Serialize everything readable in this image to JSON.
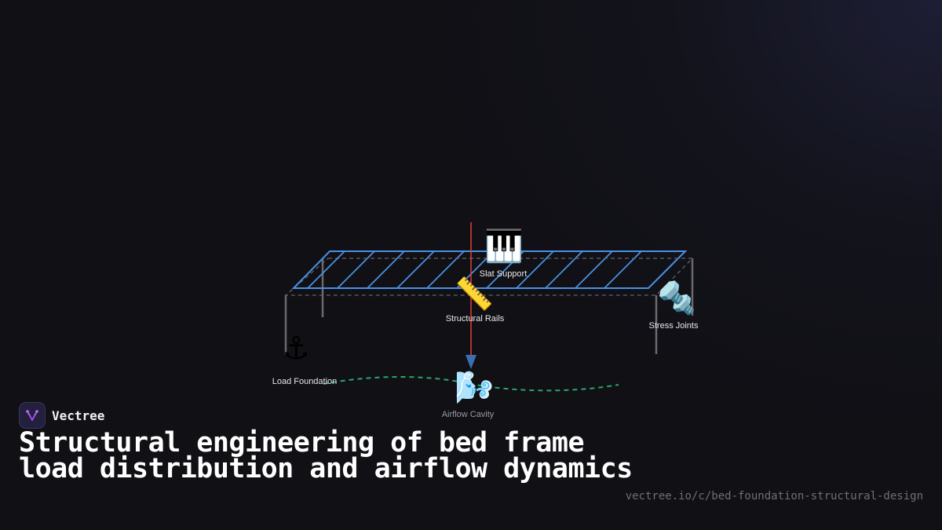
{
  "brand": {
    "name": "Vectree"
  },
  "title": "Structural engineering of bed frame load distribution and airflow dynamics",
  "url": "vectree.io/c/bed-foundation-structural-design",
  "diagram": {
    "components": [
      {
        "id": "slat-support",
        "label": "Slat Support",
        "icon": "piano-keys-icon",
        "glyph": "🎹"
      },
      {
        "id": "structural-rails",
        "label": "Structural Rails",
        "icon": "ruler-icon",
        "glyph": "📏"
      },
      {
        "id": "stress-joints",
        "label": "Stress Joints",
        "icon": "nut-and-bolt-icon",
        "glyph": "🔩"
      },
      {
        "id": "load-foundation",
        "label": "Load Foundation",
        "icon": "anchor-icon",
        "glyph": "⚓"
      },
      {
        "id": "airflow-cavity",
        "label": "Airflow Cavity",
        "icon": "wind-icon",
        "glyph": "🌬️"
      }
    ],
    "colors": {
      "frame": "#4a90e2",
      "legs": "#6b6b6b",
      "load_arrow": "#e0403a",
      "arrow_head": "#3d6fb0",
      "airflow": "#2aa86b",
      "dashed": "#55555e"
    }
  }
}
